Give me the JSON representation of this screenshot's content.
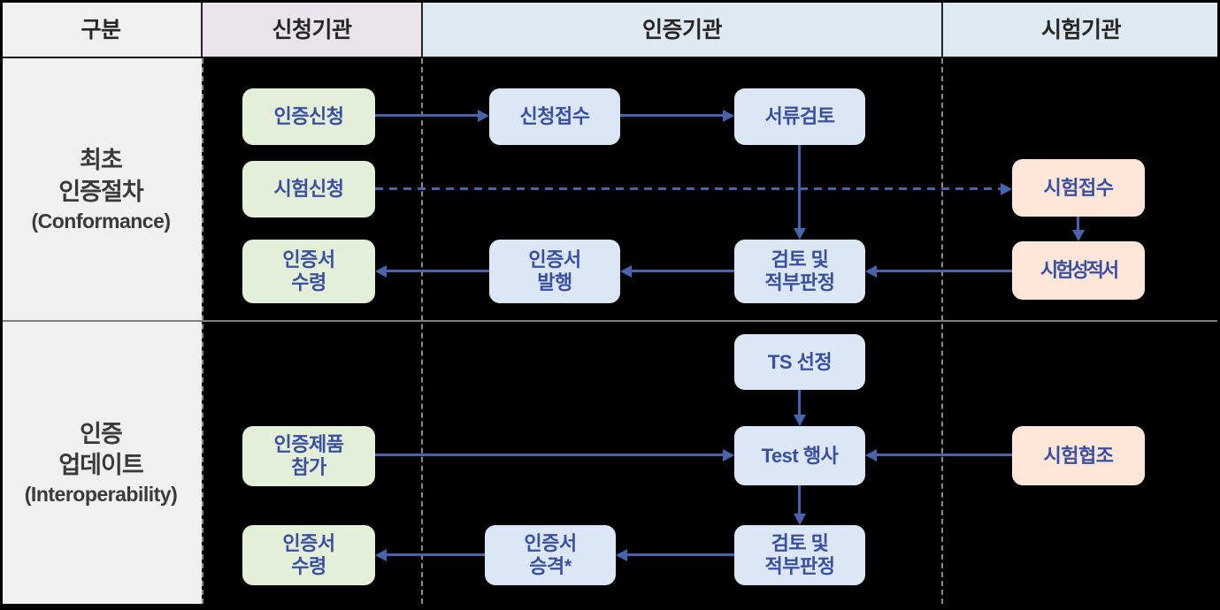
{
  "header": {
    "col_category": "구분",
    "col_applicant": "신청기관",
    "col_certifier": "인증기관",
    "col_tester": "시험기관"
  },
  "sections": [
    {
      "title": "최초\n인증절차",
      "subtitle": "(Conformance)"
    },
    {
      "title": "인증\n업데이트",
      "subtitle": "(Interoperability)"
    }
  ],
  "nodes": {
    "apply_cert": "인증신청",
    "apply_test": "시험신청",
    "receive_cert_1": "인증서\n수령",
    "app_reception": "신청접수",
    "doc_review": "서류검토",
    "cert_issue": "인증서\n발행",
    "review_judgement_1": "검토 및\n적부판정",
    "test_reception": "시험접수",
    "test_report": "시험성적서",
    "ts_selection": "TS 선정",
    "test_event": "Test 행사",
    "test_cooperation": "시험협조",
    "certified_product_join": "인증제품\n참가",
    "receive_cert_2": "인증서\n수령",
    "cert_upgrade": "인증서\n승격*",
    "review_judgement_2": "검토 및\n적부판정"
  },
  "colors": {
    "canvas_background": "#000000",
    "applicant_box": "#e3efd9",
    "certifier_box": "#dbe7f5",
    "tester_box": "#fbe6d7",
    "box_text": "#3b4f9e",
    "arrow": "#4a63ad",
    "header_category_bg": "#f1f0f1",
    "header_applicant_bg": "#e8e4e9",
    "header_org_bg": "#dfe9f1",
    "section_label_bg": "#f1f0f1",
    "lane_separator": "#8b8b8b"
  }
}
